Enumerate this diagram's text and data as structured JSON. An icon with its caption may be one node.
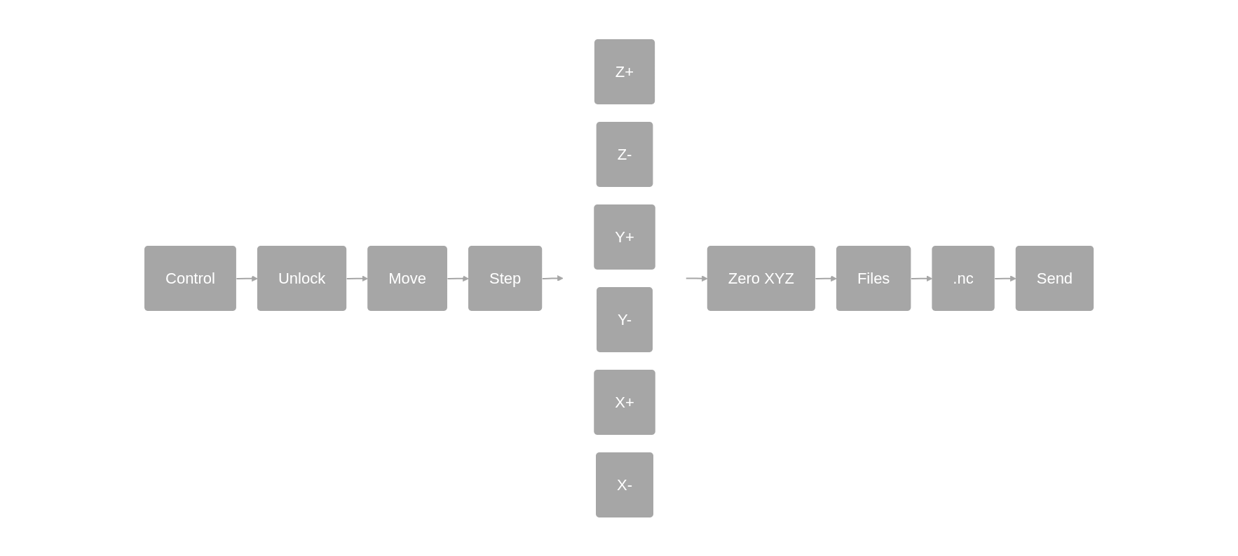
{
  "diagram": {
    "nodes": [
      {
        "text": [
          "Control"
        ]
      },
      {
        "text": [
          "Unlock"
        ]
      },
      {
        "text": [
          "Move"
        ]
      },
      {
        "text": [
          "Step"
        ]
      },
      {
        "text": [
          "Z+"
        ]
      },
      {
        "text": [
          "Z-"
        ]
      },
      {
        "text": [
          "Y+"
        ]
      },
      {
        "text": [
          "Y-"
        ]
      },
      {
        "text": [
          "X+"
        ]
      },
      {
        "text": [
          "X-"
        ]
      },
      {
        "text": [
          "Zero XYZ"
        ]
      },
      {
        "text": [
          "Files"
        ]
      },
      {
        "text": [
          ".nc"
        ]
      },
      {
        "text": [
          "Send"
        ]
      }
    ],
    "edges": [
      {
        "from": 0,
        "to": 1,
        "arrow": "to"
      },
      {
        "from": 1,
        "to": 2,
        "arrow": "to"
      },
      {
        "from": 2,
        "to": 3,
        "arrow": "to"
      },
      {
        "from": 3,
        "to": null,
        "arrow": "to"
      },
      {
        "from": null,
        "to": 10,
        "arrow": "to"
      },
      {
        "from": 10,
        "to": 11,
        "arrow": "to"
      },
      {
        "from": 11,
        "to": 12,
        "arrow": "to"
      },
      {
        "from": 12,
        "to": 13,
        "arrow": "to"
      }
    ]
  }
}
